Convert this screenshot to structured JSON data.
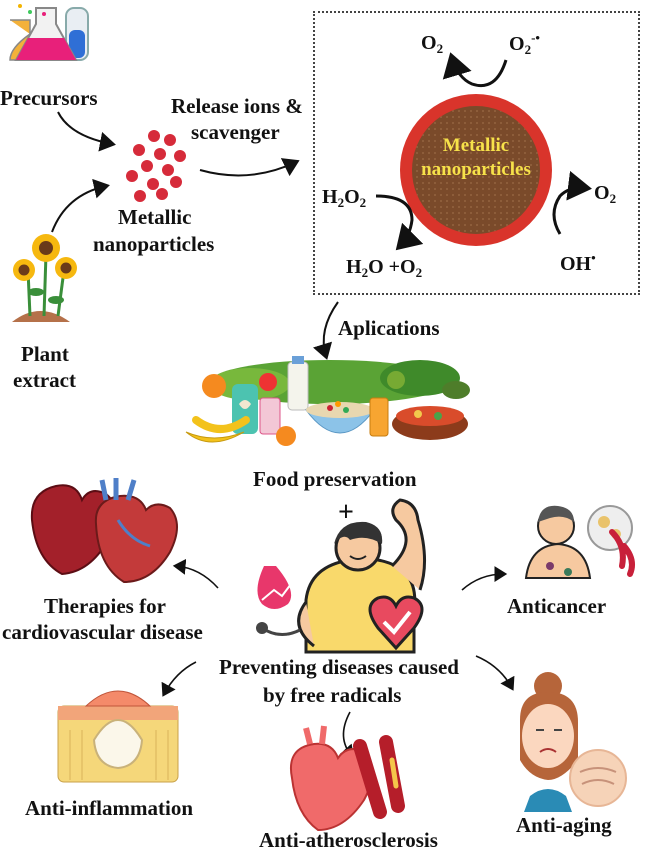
{
  "labels": {
    "precursors": "Precursors",
    "release": "Release ions &",
    "scavenger": "scavenger",
    "metallic": "Metallic",
    "nanoparticles": "nanoparticles",
    "plant": "Plant",
    "extract": "extract",
    "aplications": "Aplications",
    "food": "Food preservation",
    "plus": "+",
    "therapies1": "Therapies for",
    "therapies2": "cardiovascular disease",
    "anticancer": "Anticancer",
    "preventing1": "Preventing diseases caused",
    "preventing2": "by free radicals",
    "antiinflammation": "Anti-inflammation",
    "antiaging": "Anti-aging",
    "antiatherosclerosis": "Anti-atherosclerosis"
  },
  "nano_core": {
    "line1": "Metallic",
    "line2": "nanoparticles"
  },
  "chemistry": {
    "o2_top": "O",
    "o2_top_sub": "2",
    "superoxide": "O",
    "superoxide_sub": "2",
    "superoxide_sup": "-•",
    "h2o2_a": "H",
    "h2o2_sub1": "2",
    "h2o2_b": "O",
    "h2o2_sub2": "2",
    "h2o_a": "H",
    "h2o_sub": "2",
    "h2o_b": "O +O",
    "h2o_sub2": "2",
    "o2_right": "O",
    "o2_right_sub": "2",
    "oh": "OH",
    "oh_sup": "•"
  },
  "colors": {
    "nano_ring": "#d9342b",
    "nano_core": "#7a4a2a",
    "nano_text": "#f7e24a",
    "particle": "#d62b3a"
  }
}
